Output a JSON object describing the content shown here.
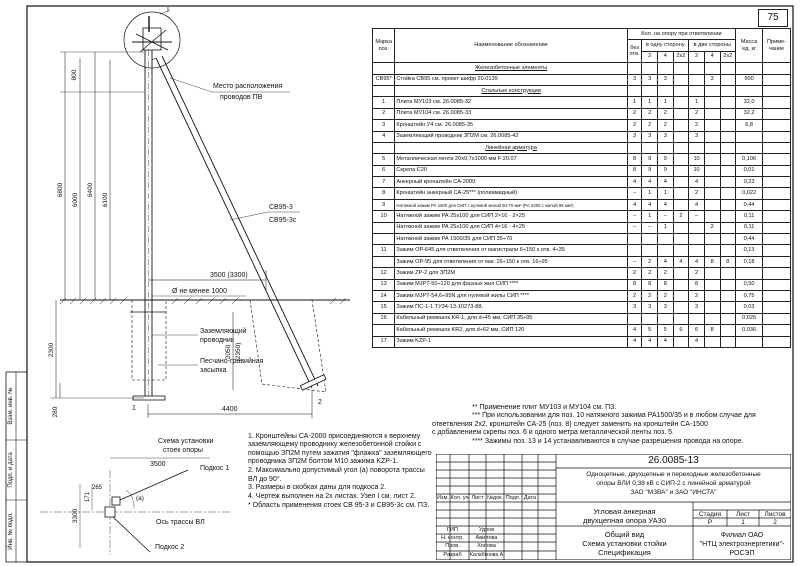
{
  "page_number": "75",
  "table": {
    "headers": {
      "mark": "Марка поз.",
      "name": "Наименование обозначение",
      "qty_group": "Кол. на опору при ответвлении",
      "no_branch": "без отв.",
      "one_side": "в одну сторону",
      "two_sides": "в две стороны",
      "c2": "2",
      "c4": "4",
      "c2x2": "2х2",
      "mass": "Масса ед. кг",
      "note": "Приме-чание"
    },
    "rows": [
      {
        "type": "section",
        "name": "Железобетонные элементы"
      },
      {
        "mark": "СВ95*",
        "name": "Стойка СВ95 см. проект шифр 20.0139",
        "q0": "3",
        "q1": "3",
        "q2": "3",
        "q3": "",
        "q4": "",
        "q5": "3",
        "q6": "",
        "mass": "900",
        "note": ""
      },
      {
        "type": "section",
        "name": "Стальные конструкции"
      },
      {
        "mark": "1",
        "name": "Плита МУ103 см. 26.0085-32",
        "q0": "1",
        "q1": "1",
        "q2": "1",
        "q3": "",
        "q4": "1",
        "q5": "",
        "q6": "",
        "mass": "32,0",
        "note": ""
      },
      {
        "mark": "2",
        "name": "Плита МУ104 см. 26.0085-33",
        "q0": "2",
        "q1": "2",
        "q2": "2",
        "q3": "",
        "q4": "2",
        "q5": "",
        "q6": "",
        "mass": "32,2",
        "note": ""
      },
      {
        "mark": "3",
        "name": "Кронштейн У4 см. 26.0085-35",
        "q0": "2",
        "q1": "2",
        "q2": "2",
        "q3": "",
        "q4": "2",
        "q5": "",
        "q6": "",
        "mass": "6,8",
        "note": ""
      },
      {
        "mark": "4",
        "name": "Заземляющий проводник ЗП2М см. 26.0085-42",
        "q0": "3",
        "q1": "3",
        "q2": "3",
        "q3": "",
        "q4": "3",
        "q5": "",
        "q6": "",
        "mass": "",
        "note": ""
      },
      {
        "type": "section",
        "name": "Линейная арматура"
      },
      {
        "mark": "5",
        "name": "Металлическая лента 20х0,7х1000 мм F 20.07",
        "q0": "8",
        "q1": "9",
        "q2": "9",
        "q3": "",
        "q4": "10",
        "q5": "",
        "q6": "",
        "mass": "0,106",
        "note": ""
      },
      {
        "mark": "6",
        "name": "Скрепа С20",
        "q0": "8",
        "q1": "9",
        "q2": "9",
        "q3": "",
        "q4": "10",
        "q5": "",
        "q6": "",
        "mass": "0,01",
        "note": ""
      },
      {
        "mark": "7",
        "name": "Анкерный кронштейн СА-2000",
        "q0": "4",
        "q1": "4",
        "q2": "4",
        "q3": "",
        "q4": "4",
        "q5": "",
        "q6": "",
        "mass": "0,23",
        "note": ""
      },
      {
        "mark": "8",
        "name": "Кронштейн анкерный СА-25*** (полиамидный)",
        "q0": "–",
        "q1": "1",
        "q2": "1",
        "q3": "",
        "q4": "2",
        "q5": "",
        "q6": "",
        "mass": "0,022",
        "note": ""
      },
      {
        "mark": "9",
        "name": "Натяжной зажим РА 1500 для СИП с нулевой жилой 50-70 мм² (РА 2200 с жилой 95 мм²)",
        "q0": "4",
        "q1": "4",
        "q2": "4",
        "q3": "",
        "q4": "4",
        "q5": "",
        "q6": "",
        "mass": "0,44",
        "note": ""
      },
      {
        "mark": "10",
        "name": "Натяжной зажим РА 25х100 для СИП 2×16 · 2×25",
        "q0": "–",
        "q1": "1",
        "q2": "–",
        "q3": "2",
        "q4": "–",
        "q5": "",
        "q6": "",
        "mass": "0,11",
        "note": ""
      },
      {
        "mark": "",
        "name": "Натяжной зажим РА 25х100 для СИП 4×16 · 4×25",
        "q0": "–",
        "q1": "–",
        "q2": "1",
        "q3": "",
        "q4": "",
        "q5": "2",
        "q6": "",
        "mass": "0,11",
        "note": ""
      },
      {
        "mark": "",
        "name": "Натяжной зажим РА 1500/35 для СИП 35÷70",
        "q0": "",
        "q1": "",
        "q2": "",
        "q3": "",
        "q4": "",
        "q5": "",
        "q6": "",
        "mass": "0,44",
        "note": ""
      },
      {
        "mark": "11",
        "name": "Зажим ОР-645 для ответвления от магистрали 6÷150 к отв. 4÷35",
        "q0": "",
        "q1": "",
        "q2": "",
        "q3": "",
        "q4": "",
        "q5": "",
        "q6": "",
        "mass": "0,13",
        "note": ""
      },
      {
        "mark": "",
        "name": "Зажим ОР-95 для ответвления от маг. 16÷150 к отв. 16÷95",
        "q0": "–",
        "q1": "2",
        "q2": "4",
        "q3": "4",
        "q4": "4",
        "q5": "8",
        "q6": "8",
        "mass": "0,18",
        "note": ""
      },
      {
        "mark": "12",
        "name": "Зажим ZP-2 для ЗП2М",
        "q0": "2",
        "q1": "2",
        "q2": "2",
        "q3": "",
        "q4": "2",
        "q5": "",
        "q6": "",
        "mass": "",
        "note": ""
      },
      {
        "mark": "13",
        "name": "Зажим MJPT-50÷120 для фазных жил СИП ****",
        "q0": "8",
        "q1": "8",
        "q2": "8",
        "q3": "",
        "q4": "8",
        "q5": "",
        "q6": "",
        "mass": "0,50",
        "note": ""
      },
      {
        "mark": "14",
        "name": "Зажим MJPT-54,6÷95N для нулевой жилы СИП ****",
        "q0": "2",
        "q1": "2",
        "q2": "2",
        "q3": "",
        "q4": "2",
        "q5": "",
        "q6": "",
        "mass": "0,75",
        "note": ""
      },
      {
        "mark": "15",
        "name": "Зажим ПС-1-1 ТУ34-13-10273-88.",
        "q0": "3",
        "q1": "3",
        "q2": "3",
        "q3": "",
        "q4": "3",
        "q5": "",
        "q6": "",
        "mass": "0,03",
        "note": ""
      },
      {
        "mark": "16",
        "name": "Кабельный ремешок KR-1, для d÷45 мм, СИП 35÷95",
        "q0": "",
        "q1": "",
        "q2": "",
        "q3": "",
        "q4": "",
        "q5": "",
        "q6": "",
        "mass": "0,026",
        "note": ""
      },
      {
        "mark": "",
        "name": "Кабельный ремешок KR2, для d÷62 мм, СИП 120",
        "q0": "4",
        "q1": "5",
        "q2": "5",
        "q3": "6",
        "q4": "6",
        "q5": "8",
        "q6": "",
        "mass": "0,036",
        "note": ""
      },
      {
        "mark": "17",
        "name": "Зажим KZP-1",
        "q0": "4",
        "q1": "4",
        "q2": "4",
        "q3": "",
        "q4": "4",
        "q5": "",
        "q6": "",
        "mass": "",
        "note": ""
      }
    ]
  },
  "footnotes": [
    "** Применение плит МУ103 и МУ104 см. ПЗ.",
    "*** При использовании для поз. 10 натяжного зажима РА1500/35 и в любом случае для",
    "ответвления 2х2, кронштейн СА-25 (поз. 8) следует заменить на кронштейн СА-1500",
    "с добавлением скрепы поз. 6 и одного метра металлической ленты поз. 5.",
    "**** Зажимы поз. 13 и 14 устанавливаются в случае разрешения провода на опоре."
  ],
  "notes": [
    "1. Кронштейны СА-2000 присоединяются к верхнему заземляющему проводнику железобетонной стойки с помощью ЗП2М путем зажатия \"флажка\" заземляющего проводника ЗП2М болтом М10 зажима KZP-1.",
    "2. Максимально допустимый угол (а) поворота трассы ВЛ до 90°.",
    "3. Размеры в скобках даны для подкоса 2.",
    "4. Чертеж выполнен на 2х листах. Узел I см. лист 2.",
    "* Область применения стоек СВ 95-3 и СВ95-3с см. ПЗ."
  ],
  "drawing": {
    "node_label": "I",
    "place_label_1": "Место расположения",
    "place_label_2": "проводов ПВ",
    "pole_label_1": "СВ95-3",
    "pole_label_2": "СВ95-3с",
    "span_label": "3500 (3300)",
    "diam_label": "Ø не менее 1000",
    "ground_label_1": "Заземляющий",
    "ground_label_2": "проводник",
    "fill_label_1": "Песчано-гравийная",
    "fill_label_2": "засыпка",
    "dim_800": "800",
    "dim_6800": "6800",
    "dim_6000": "6000",
    "dim_6400": "6400",
    "dim_6100": "6100",
    "dim_2300": "2300",
    "dim_280": "280",
    "dim_2050": "2050",
    "dim_2350": "(2350)",
    "dim_4400": "4400",
    "mark_1": "1",
    "mark_2": "2"
  },
  "scheme": {
    "title_1": "Схема установки",
    "title_2": "стоек опоры",
    "dim_3500": "3500",
    "dim_171": "171",
    "dim_265": "265",
    "dim_3300": "3300",
    "angle": "(а)",
    "strut1": "Подкос 1",
    "strut2": "Подкос 2",
    "axis": "Ось трассы ВЛ"
  },
  "side_stamp": [
    "Инв. № подл.",
    "Подп. и дата",
    "Взам. инв. №"
  ],
  "title_block": {
    "code": "26.0085-13",
    "desc_1": "Одноцепные, двухцепные и переходные железобетонные",
    "desc_2": "опоры ВЛИ 0,38 кВ с СИП-2 с линейной арматурой",
    "desc_3": "ЗАО \"МЗВА\" и ЗАО \"ИНСТА\"",
    "col_izm": "Изм.",
    "col_kol": "Кол. уч",
    "col_list": "Лист",
    "col_doc": "№док.",
    "col_podp": "Подп.",
    "col_data": "Дата",
    "roles": [
      "ГИП",
      "Н. контр.",
      "Пров.",
      "Разраб"
    ],
    "names": [
      "Удров",
      "Авилова",
      "Холова",
      "Калабкнова А"
    ],
    "sheet_title_1": "Угловая анкерная",
    "sheet_title_2": "двухцепная опора УА30",
    "view_1": "Общий вид",
    "view_2": "Схема установки стойки",
    "view_3": "Спецификация",
    "stage_h": "Стадия",
    "list_h": "Лист",
    "lists_h": "Листов",
    "stage": "Р",
    "list": "1",
    "lists": "2",
    "org_1": "Филиал ОАО",
    "org_2": "\"НТЦ электроэнергетики\"-",
    "org_3": "РОСЭП"
  }
}
